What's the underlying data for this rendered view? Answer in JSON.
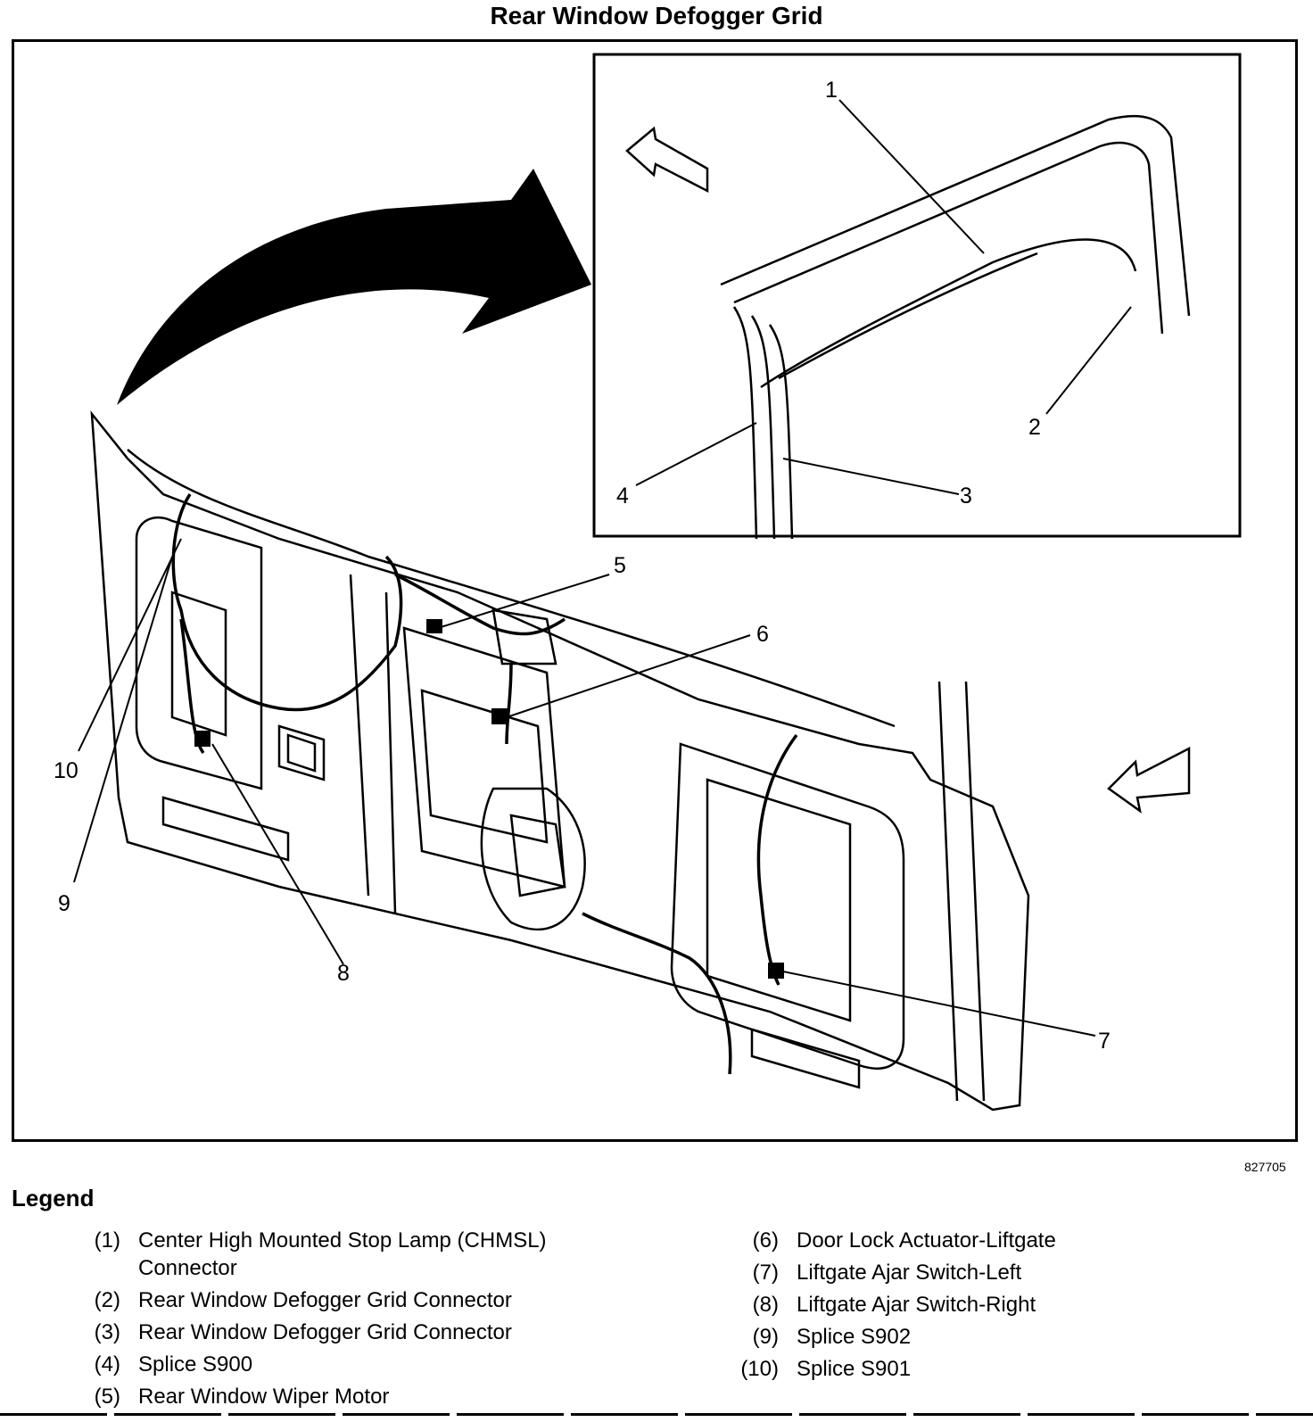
{
  "title": "Rear Window Defogger Grid",
  "figure_id": "827705",
  "callouts": [
    "1",
    "2",
    "3",
    "4",
    "5",
    "6",
    "7",
    "8",
    "9",
    "10"
  ],
  "legend": {
    "heading": "Legend",
    "items": [
      {
        "num": "(1)",
        "text": "Center High Mounted Stop Lamp (CHMSL) Connector"
      },
      {
        "num": "(2)",
        "text": "Rear Window Defogger Grid Connector"
      },
      {
        "num": "(3)",
        "text": "Rear Window Defogger Grid Connector"
      },
      {
        "num": "(4)",
        "text": "Splice S900"
      },
      {
        "num": "(5)",
        "text": "Rear Window Wiper Motor"
      },
      {
        "num": "(6)",
        "text": "Door Lock Actuator-Liftgate"
      },
      {
        "num": "(7)",
        "text": "Liftgate Ajar Switch-Left"
      },
      {
        "num": "(8)",
        "text": "Liftgate Ajar Switch-Right"
      },
      {
        "num": "(9)",
        "text": "Splice S902"
      },
      {
        "num": "(10)",
        "text": "Splice S901"
      }
    ]
  }
}
